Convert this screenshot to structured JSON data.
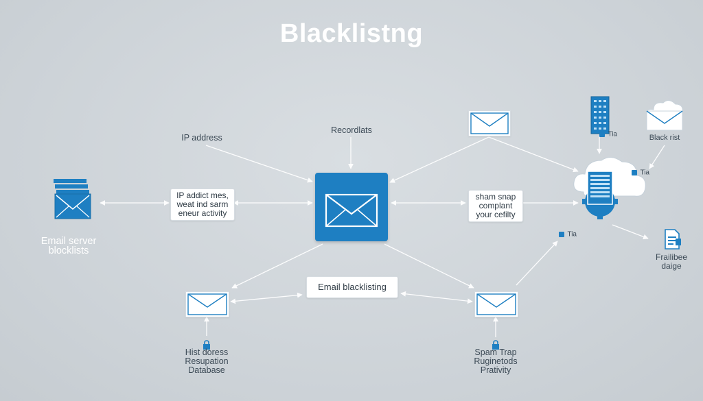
{
  "title": "Blacklistng",
  "labels": {
    "ip_address": "IP address",
    "recordlats": "Recordlats",
    "email_server_blocklists": [
      "Email server",
      "blocklists"
    ],
    "black_rist": "Black rist",
    "tia_top": "Tia",
    "tia_right": "Tia",
    "tia_mid": "Tia",
    "frailibee_daige": [
      "Frailibee",
      "daige"
    ],
    "hist_doress": [
      "Hist doress",
      "Resupation",
      "Database"
    ],
    "spam_trap": [
      "Spam Trap",
      "Ruginetods",
      "Prativity"
    ]
  },
  "boxes": {
    "ip_addict": [
      "IP addict mes,",
      "weat ind sarm",
      "eneur activity"
    ],
    "spam_snap": [
      "sham snap",
      "complant",
      "your cefilty"
    ],
    "email_blacklisting": "Email blacklisting"
  },
  "colors": {
    "background": "#cfd5da",
    "accent_blue": "#1e7fc2",
    "text": "#3c4a56"
  },
  "icons": [
    "envelope-icon",
    "server-icon",
    "cloud-icon",
    "gear-icon",
    "lock-icon",
    "document-icon",
    "tag-icon"
  ]
}
